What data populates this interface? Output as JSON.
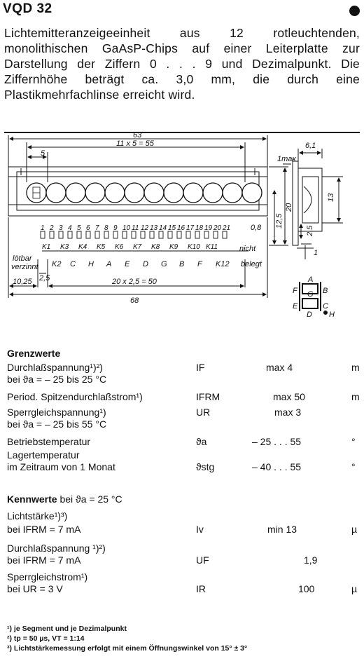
{
  "header": {
    "title": "VQD 32"
  },
  "intro": {
    "text": "Lichtemitteranzeigeeinheit aus 12 rotleuchtenden, monolithischen GaAsP-Chips auf einer Leiterplatte zur Darstellung der Ziffern 0 . . . 9 und Dezimalpunkt. Die Ziffernhöhe beträgt ca. 3,0 mm, die durch eine Plastikmehrfachlinse erreicht wird."
  },
  "drawing": {
    "dim_63": "63",
    "dim_11x5": "11 x 5 = 55",
    "dim_5": "5",
    "dim_61": "6,1",
    "dim_1max": "1max",
    "dim_13": "13",
    "dim_125": "12,5",
    "dim_20": "20",
    "dim_25": "2,5",
    "dim_08": "0,8",
    "dim_1": "1",
    "pin_numbers": [
      "1",
      "2",
      "3",
      "4",
      "5",
      "6",
      "7",
      "8",
      "9",
      "10",
      "11",
      "12",
      "13",
      "14",
      "15",
      "16",
      "17",
      "18",
      "19",
      "20",
      "21"
    ],
    "k_top": [
      "K1",
      "K3",
      "K4",
      "K5",
      "K6",
      "K7",
      "K8",
      "K9",
      "K10",
      "K11"
    ],
    "k_bottom": [
      "K2",
      "C",
      "H",
      "A",
      "E",
      "D",
      "G",
      "B",
      "F",
      "K12"
    ],
    "loetbar": "lötbar",
    "verzinnt": "verzinnt",
    "nicht": "nicht",
    "belegt": "belegt",
    "dim_25b": "2,5",
    "dim_1025": "10,25",
    "dim_20x25": "20 x 2,5 = 50",
    "dim_68": "68",
    "seg_a": "A",
    "seg_b": "B",
    "seg_c": "C",
    "seg_d": "D",
    "seg_e": "E",
    "seg_f": "F",
    "seg_g": "G",
    "seg_h": "H"
  },
  "grenz": {
    "heading": "Grenzwerte",
    "rows": [
      {
        "l1": "Durchlaßspannung¹)²)",
        "l2": "bei ϑa = – 25 bis 25 °C",
        "sym": "IF",
        "val": "max 4",
        "unit": "m"
      },
      {
        "l1": "Period. Spitzendurchlaßstrom¹)",
        "sym": "IFRM",
        "val": "max 50",
        "unit": "m"
      },
      {
        "l1": "Sperrgleichspannung¹)",
        "l2": "bei ϑa = – 25 bis 55 °C",
        "sym": "UR",
        "val": "max 3",
        "unit": ""
      },
      {
        "l1": "Betriebstemperatur",
        "sym": "ϑa",
        "val": "– 25 . . . 55",
        "unit": "°"
      },
      {
        "l1": "Lagertemperatur",
        "l2": "im Zeitraum von 1 Monat",
        "sym": "ϑstg",
        "val": "– 40 . . . 55",
        "unit": "°"
      }
    ]
  },
  "kenn": {
    "heading_bold": "Kennwerte",
    "heading_rest": "bei ϑa = 25 °C",
    "rows": [
      {
        "l1": "Lichtstärke¹)³)",
        "l2": "bei IFRM = 7 mA",
        "sym": "Iv",
        "val": "min 13",
        "unit": "µ"
      },
      {
        "l1": "Durchlaßspannung ¹)²)",
        "l2": "bei IFRM = 7 mA",
        "sym": "UF",
        "val": "1,9",
        "unit": ""
      },
      {
        "l1": "Sperrgleichstrom¹)",
        "l2": "bei UR = 3 V",
        "sym": "IR",
        "val": "100",
        "unit": "µ"
      }
    ]
  },
  "footnotes": [
    "¹) je Segment und je Dezimalpunkt",
    "²) tp = 50 µs, VT = 1:14",
    "³) Lichtstärkemessung erfolgt mit einem Öffnungswinkel von 15° ± 3°"
  ]
}
